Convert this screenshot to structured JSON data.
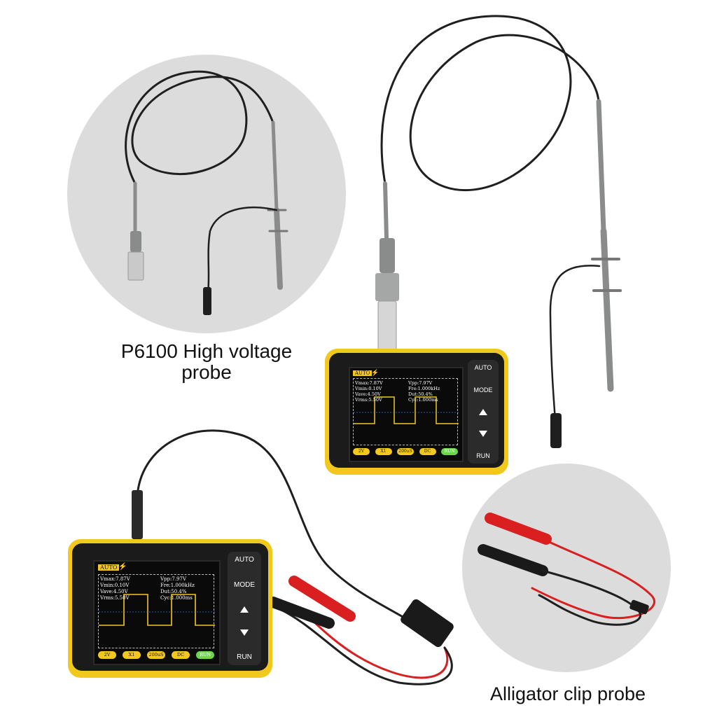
{
  "captions": {
    "high_voltage_probe": "P6100 High voltage probe",
    "alligator_clip_probe": "Alligator clip probe"
  },
  "scope": {
    "auto_tag": "AUTO",
    "buttons": {
      "auto": "AUTO",
      "mode": "MODE",
      "run": "RUN"
    },
    "readouts": {
      "vmax": "Vmax:7.87V",
      "vmin": "Vmin:0.10V",
      "vave": "Vave:4.50V",
      "vrms": "Vrms:5.50V",
      "vpp": "Vpp:7.97V",
      "fre": "Fre:1.000kHz",
      "duty": "Dut:50.4%",
      "cyc": "Cyc:1.000ms"
    },
    "pills": [
      "2V",
      "X1",
      "200uS",
      "DC",
      "RUN"
    ]
  },
  "colors": {
    "background": "#ffffff",
    "circle": "#dcdcdc",
    "device_accent": "#f2c81c",
    "device_body": "#1b1b1b",
    "waveform": "#f2c81c",
    "probe_gray": "#8a8c8c",
    "cable": "#1a1a1a",
    "clip_red": "#d91f1f"
  }
}
